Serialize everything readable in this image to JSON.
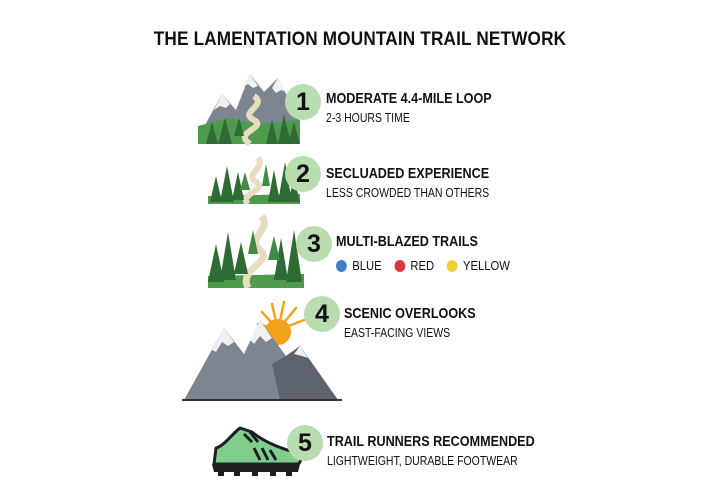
{
  "title": "THE LAMENTATION MOUNTAIN TRAIL NETWORK",
  "items": [
    {
      "number": "1",
      "title": "MODERATE 4.4-MILE LOOP",
      "subtitle": "2-3 HOURS TIME",
      "icon": "mountain-trail-icon"
    },
    {
      "number": "2",
      "title": "SECLUADED EXPERIENCE",
      "subtitle": "LESS CROWDED THAN OTHERS",
      "icon": "forest-path-icon"
    },
    {
      "number": "3",
      "title": "MULTI-BLAZED TRAILS",
      "icon": "trail-forest-icon",
      "blazes": [
        {
          "label": "BLUE",
          "color": "#3f7fc8"
        },
        {
          "label": "RED",
          "color": "#d63a3a"
        },
        {
          "label": "YELLOW",
          "color": "#f2cf3a"
        }
      ]
    },
    {
      "number": "4",
      "title": "SCENIC OVERLOOKS",
      "subtitle": "EAST-FACING VIEWS",
      "icon": "mountain-sunrise-icon"
    },
    {
      "number": "5",
      "title": "TRAIL RUNNERS RECOMMENDED",
      "subtitle": "LIGHTWEIGHT, DURABLE FOOTWEAR",
      "icon": "trail-shoe-icon"
    }
  ],
  "colors": {
    "badge": "#b9dcb1",
    "forest": "#3f8a44",
    "forest_dark": "#2e6b35",
    "mountain": "#7d8590",
    "snow": "#eef0f2",
    "sun": "#f4a21d"
  }
}
